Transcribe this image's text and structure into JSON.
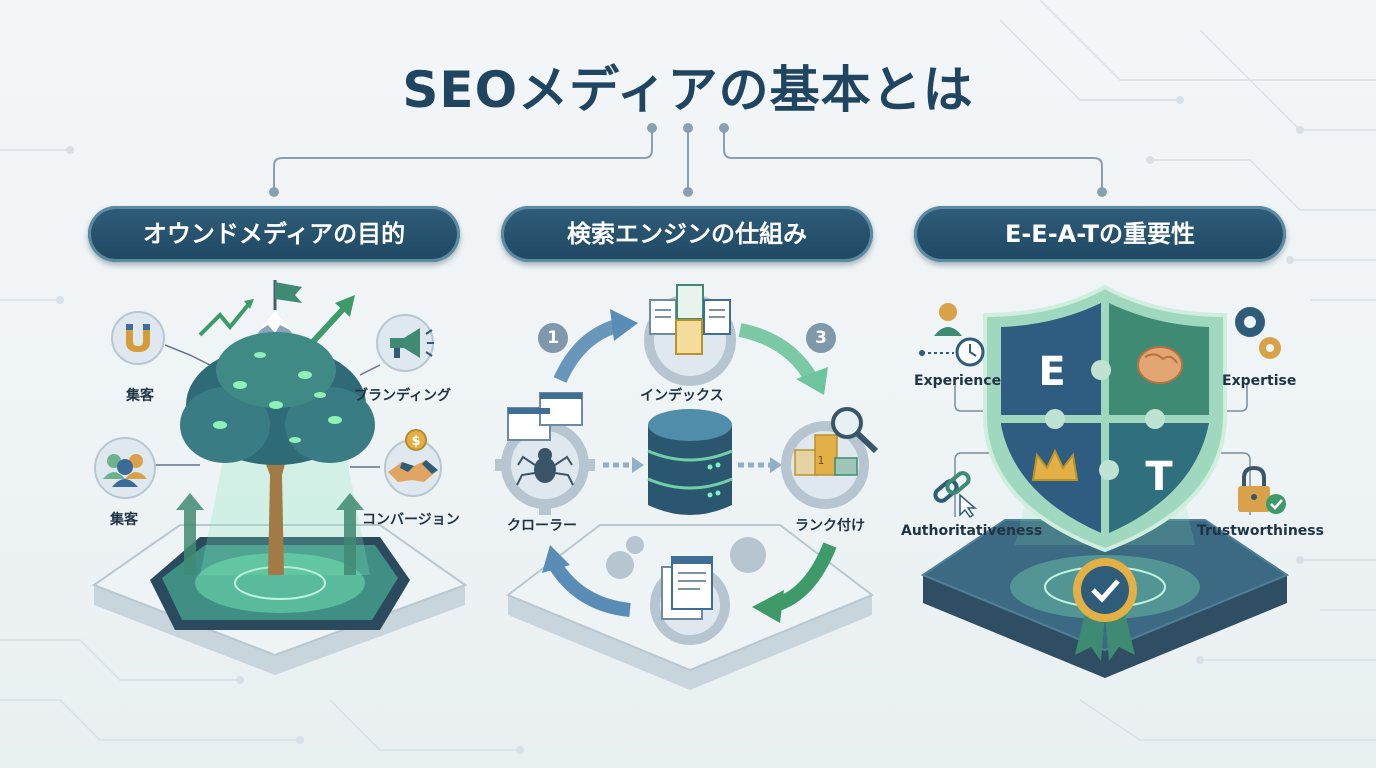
{
  "title": "SEOメディアの基本とは",
  "colors": {
    "title": "#1f4560",
    "pill": "#24506b",
    "accent_green": "#5fcf98",
    "shield_blue": "#2f5d82",
    "shield_green": "#3f8a72"
  },
  "sections": [
    {
      "heading": "オウンドメディアの目的",
      "labels": {
        "top_left": "集客",
        "bottom_left": "集客",
        "top_right": "ブランディング",
        "bottom_right": "コンバージョン"
      },
      "icons": [
        "magnet-icon",
        "users-icon",
        "megaphone-icon",
        "handshake-coin-icon",
        "tree-icon",
        "tablet-icon",
        "flag-icon"
      ]
    },
    {
      "heading": "検索エンジンの仕組み",
      "steps": [
        {
          "number": "1",
          "label": "クローラー"
        },
        {
          "number": "",
          "label": "インデックス"
        },
        {
          "number": "3",
          "label": "ランク付け"
        }
      ],
      "icons": [
        "spider-icon",
        "documents-icon",
        "database-icon",
        "ranking-podium-icon",
        "magnifier-icon",
        "gear-icon"
      ]
    },
    {
      "heading": "E-E-A-Tの重要性",
      "labels": {
        "top_left": "Experience",
        "top_right": "Expertise",
        "bottom_left": "Authoritativeness",
        "bottom_right": "Trustworthiness"
      },
      "shield_letters": [
        "E",
        "T"
      ],
      "icons": [
        "person-clock-icon",
        "gears-icon",
        "link-cursor-icon",
        "padlock-check-icon",
        "brain-icon",
        "crown-icon",
        "award-badge-icon"
      ]
    }
  ]
}
